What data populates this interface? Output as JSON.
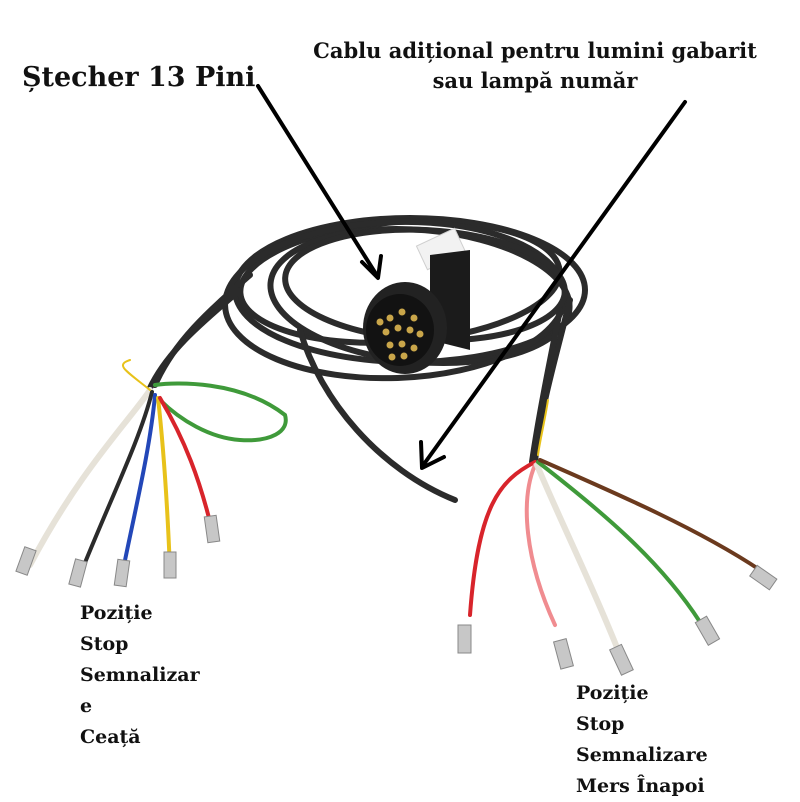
{
  "labels": {
    "plug_title": "Ștecher 13 Pini",
    "extra_cable_line1": "Cablu adițional pentru lumini gabarit",
    "extra_cable_line2": "sau lampă număr"
  },
  "left_functions": [
    "Poziție",
    "Stop",
    "Semnalizare",
    "Ceață"
  ],
  "right_functions": [
    "Poziție",
    "Stop",
    "Semnalizare",
    "Mers Înapoi"
  ],
  "colors": {
    "cable": "#2b2b2b",
    "wire_red": "#d8242b",
    "wire_green": "#3f9a3a",
    "wire_yellow": "#e8c21a",
    "wire_blue": "#2347b8",
    "wire_brown": "#6b3a1e",
    "wire_white": "#e6e2d8",
    "wire_pink": "#f08c90",
    "arrow": "#000000"
  }
}
